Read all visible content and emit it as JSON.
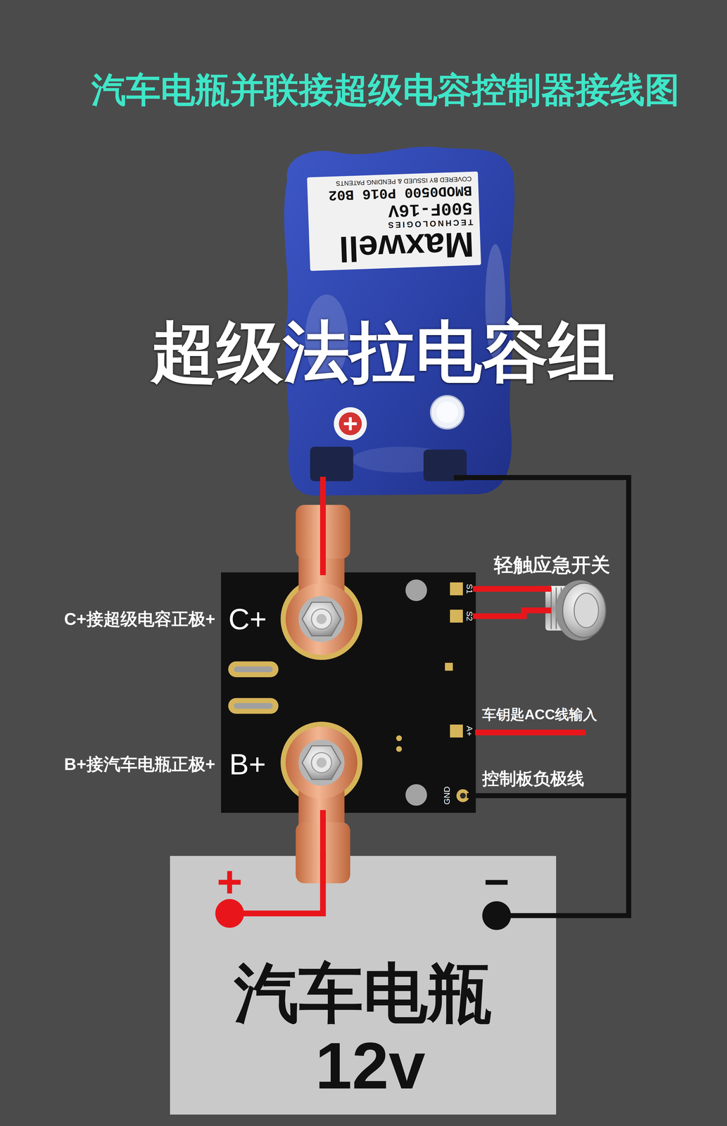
{
  "diagram": {
    "title": "汽车电瓶并联接超级电容控制器接线图",
    "nodes": [
      {
        "text": [
          "超级法拉电容组"
        ]
      },
      {
        "text": [
          "C+",
          "S1",
          "S2",
          "A+",
          "B+",
          "GND"
        ]
      },
      {
        "text": [
          "轻触应急开关"
        ]
      },
      {
        "text": [
          "汽车电瓶",
          "12v"
        ]
      }
    ],
    "edges": [
      {
        "from": 0,
        "to": 1,
        "arrow": "none"
      },
      {
        "from": 1,
        "to": 2,
        "arrow": "none"
      },
      {
        "from": 1,
        "to": 2,
        "arrow": "none"
      },
      {
        "from": 1,
        "to": 3,
        "arrow": "none"
      },
      {
        "from": 1,
        "to": 3,
        "arrow": "none"
      },
      {
        "from": 1,
        "to": 0,
        "arrow": "none"
      },
      {
        "from": 3,
        "to": 0,
        "arrow": "none"
      }
    ],
    "labels": [
      "Maxwell",
      "TECHNOLOGIES",
      "500F-16V",
      "BMOD0500 P016 B02",
      "COVERED BY ISSUED & PENDING PATENTS",
      "C+接超级电容正极+",
      "B+接汽车电瓶正极+",
      "车钥匙ACC线输入",
      "控制板负极线",
      "+",
      "−"
    ]
  }
}
